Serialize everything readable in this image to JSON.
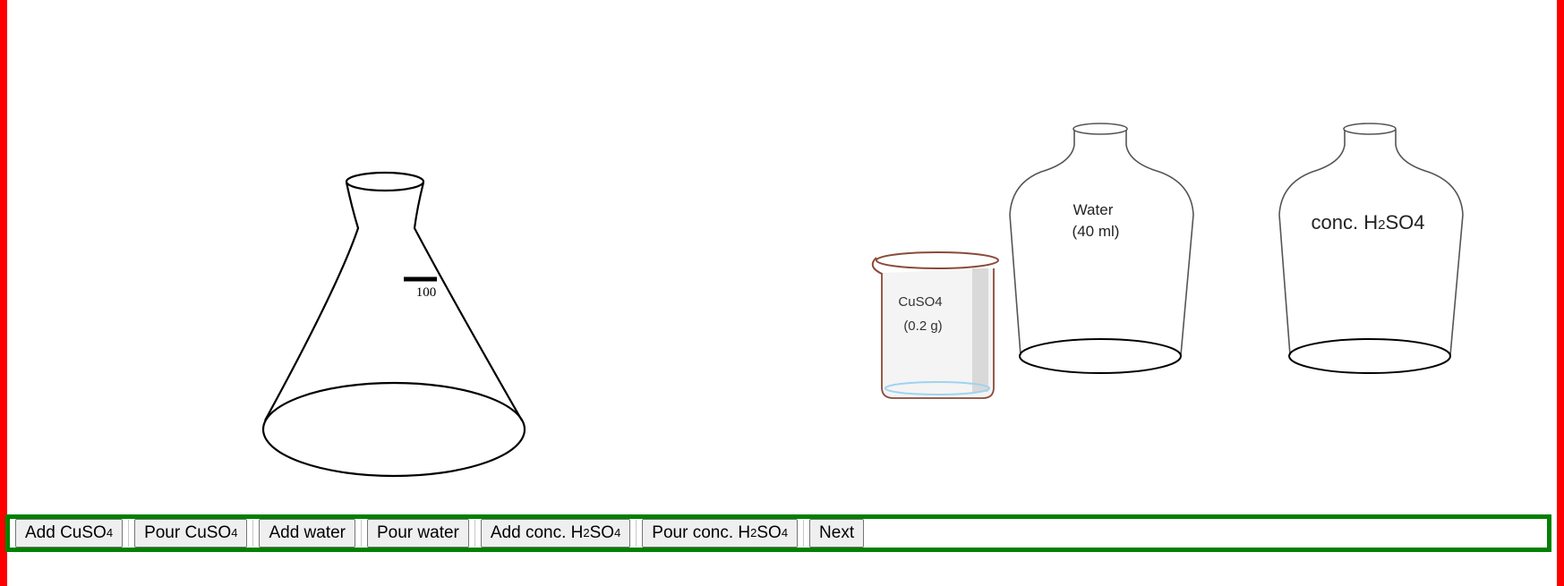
{
  "scene": {
    "flask": {
      "mark_label": "100"
    },
    "beaker": {
      "label_line1": "CuSO4",
      "label_line2": "(0.2 g)"
    },
    "water_bottle": {
      "label_line1": "Water",
      "label_line2": "(40 ml)"
    },
    "acid_bottle": {
      "label_prefix": "conc. H",
      "label_sub": "2",
      "label_suffix": "SO4"
    }
  },
  "toolbar": {
    "buttons": [
      {
        "text": "Add CuSO",
        "sub": "4"
      },
      {
        "text": "Pour CuSO",
        "sub": "4"
      },
      {
        "text": "Add water"
      },
      {
        "text": "Pour water"
      },
      {
        "text": "Add conc. H",
        "sub": "2",
        "suffix": "SO",
        "sub2": "4"
      },
      {
        "text": "Pour conc. H",
        "sub": "2",
        "suffix": "SO",
        "sub2": "4"
      },
      {
        "text": "Next"
      }
    ]
  },
  "colors": {
    "frame": "#ff0000",
    "toolbar_border": "#008000",
    "beaker_outline": "#8b4a3a",
    "beaker_liquid": "#9fd3f0"
  }
}
